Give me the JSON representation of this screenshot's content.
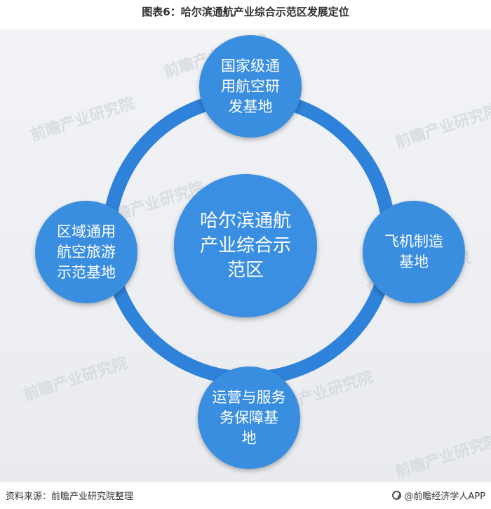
{
  "title": "图表6：哈尔滨通航产业综合示范区发展定位",
  "diagram": {
    "center": "哈尔滨通航\n产业综合示\n范区",
    "top": "国家级通\n用航空研\n发基地",
    "left": "区域通用\n航空旅游\n示范基地",
    "right": "飞机制造\n基地",
    "bottom": "运营与服务\n务保障基\n地"
  },
  "footer": {
    "source": "资料来源：前瞻产业研究院整理",
    "brand": "@前瞻经济学人APP"
  },
  "watermark": "前瞻产业研究院",
  "colors": {
    "circle": "#3a8ee0",
    "ring": "#2f82d9",
    "panel": "#eceef2"
  }
}
